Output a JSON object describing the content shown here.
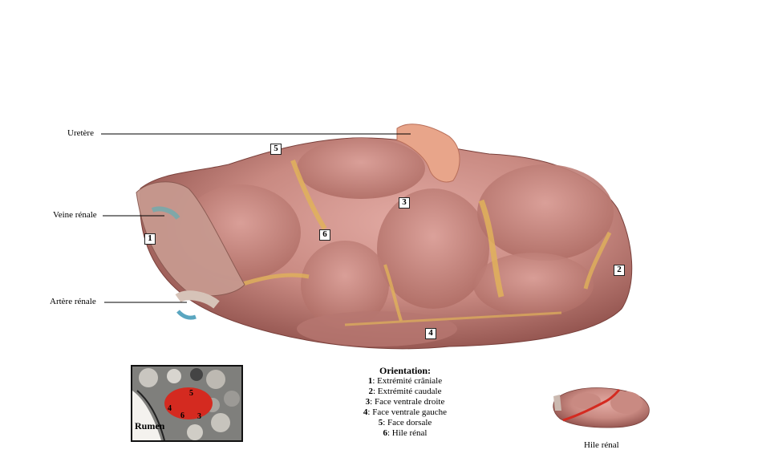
{
  "labels": {
    "ureter": "Uretère",
    "renal_vein": "Veine rénale",
    "renal_artery": "Artère rénale"
  },
  "markers": {
    "m1": "1",
    "m2": "2",
    "m3": "3",
    "m4": "4",
    "m5": "5",
    "m6": "6"
  },
  "inset": {
    "rumen": "Rumen",
    "n3": "3",
    "n4": "4",
    "n5": "5",
    "n6": "6"
  },
  "legend": {
    "title": "Orientation:",
    "items": [
      {
        "num": "1",
        "text": ": Extrémité crâniale"
      },
      {
        "num": "2",
        "text": ": Extrémité caudale"
      },
      {
        "num": "3",
        "text": ": Face ventrale droite"
      },
      {
        "num": "4",
        "text": ": Face ventrale gauche"
      },
      {
        "num": "5",
        "text": ": Face dorsale"
      },
      {
        "num": "6",
        "text": ": Hile rénal"
      }
    ]
  },
  "thumbnail": {
    "caption": "Hile rénal"
  },
  "colors": {
    "kidney": "#c98a82",
    "kidney_dark": "#8e4f4a",
    "fat": "#e0b25a",
    "highlight_red": "#d42a20"
  }
}
